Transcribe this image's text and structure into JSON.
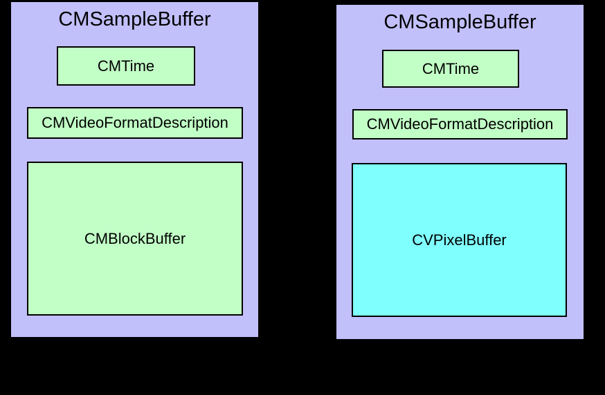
{
  "diagram": {
    "background_color": "#000000",
    "border_color": "#000000",
    "text_color": "#000000",
    "containers": [
      {
        "title": "CMSampleBuffer",
        "fill": "#c2c0fb",
        "boxes": [
          {
            "label": "CMTime",
            "fill": "#c2ffc6"
          },
          {
            "label": "CMVideoFormatDescription",
            "fill": "#c2ffc6"
          },
          {
            "label": "CMBlockBuffer",
            "fill": "#c2ffc6"
          }
        ]
      },
      {
        "title": "CMSampleBuffer",
        "fill": "#c2c0fb",
        "boxes": [
          {
            "label": "CMTime",
            "fill": "#c2ffc6"
          },
          {
            "label": "CMVideoFormatDescription",
            "fill": "#c2ffc6"
          },
          {
            "label": "CVPixelBuffer",
            "fill": "#80ffff"
          }
        ]
      }
    ]
  }
}
